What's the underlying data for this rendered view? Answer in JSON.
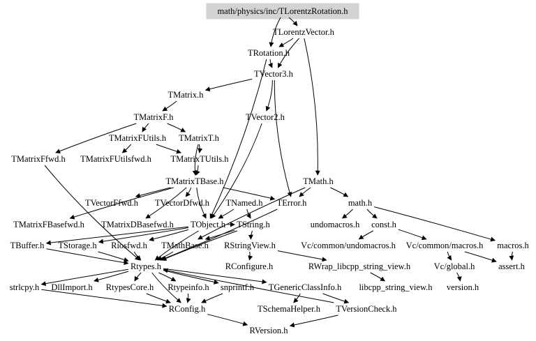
{
  "root": "math/physics/inc/TLorentzRotation.h",
  "nodes": {
    "tlorentzrotation": "math/physics/inc/TLorentzRotation.h",
    "tlorentzvector": "TLorentzVector.h",
    "trotation": "TRotation.h",
    "tvector3": "TVector3.h",
    "tmatrix": "TMatrix.h",
    "tvector2": "TVector2.h",
    "tmatrixf": "TMatrixF.h",
    "tmatrixfutils": "TMatrixFUtils.h",
    "tmatrixt": "TMatrixT.h",
    "tmatrixffwd": "TMatrixFfwd.h",
    "tmatrixfutilsfwd": "TMatrixFUtilsfwd.h",
    "tmatrixtutils": "TMatrixTUtils.h",
    "tmatrixtbase": "TMatrixTBase.h",
    "tmath": "TMath.h",
    "tvectorffwd": "TVectorFfwd.h",
    "tvectordfwd": "TVectorDfwd.h",
    "tnamed": "TNamed.h",
    "terror": "TError.h",
    "mathh": "math.h",
    "tmatrixfbasefwd": "TMatrixFBasefwd.h",
    "tmatrixdbasefwd": "TMatrixDBasefwd.h",
    "tobject": "TObject.h",
    "tstring": "TString.h",
    "undomacros": "undomacros.h",
    "const": "const.h",
    "tbuffer": "TBuffer.h",
    "tstorage": "TStorage.h",
    "riosfwd": "Riosfwd.h",
    "tmathbase": "TMathBase.h",
    "rstringview": "RStringView.h",
    "vcundomacros": "Vc/common/undomacros.h",
    "vcmacros": "Vc/common/macros.h",
    "macros": "macros.h",
    "rtypes": "Rtypes.h",
    "rconfigure": "RConfigure.h",
    "rwrap": "RWrap_libcpp_string_view.h",
    "vcglobal": "Vc/global.h",
    "assert": "assert.h",
    "strlcpy": "strlcpy.h",
    "dllimport": "DllImport.h",
    "rtypescore": "RtypesCore.h",
    "rtypeinfo": "Rtypeinfo.h",
    "snprintf": "snprintf.h",
    "tgenericclassinfo": "TGenericClassInfo.h",
    "libcpp": "libcpp_string_view.h",
    "version": "version.h",
    "rconfig": "RConfig.h",
    "tschemahelper": "TSchemaHelper.h",
    "tversioncheck": "TVersionCheck.h",
    "rversion": "RVersion.h"
  },
  "edges": [
    [
      "tlorentzrotation",
      "tlorentzvector"
    ],
    [
      "tlorentzrotation",
      "trotation"
    ],
    [
      "tlorentzvector",
      "trotation"
    ],
    [
      "tlorentzvector",
      "tvector3"
    ],
    [
      "tlorentzvector",
      "tmath"
    ],
    [
      "trotation",
      "tvector3"
    ],
    [
      "trotation",
      "tobject"
    ],
    [
      "tvector3",
      "tmatrix"
    ],
    [
      "tvector3",
      "tvector2"
    ],
    [
      "tvector3",
      "terror"
    ],
    [
      "tmatrix",
      "tmatrixf"
    ],
    [
      "tmatrixf",
      "tmatrixfutils"
    ],
    [
      "tmatrixf",
      "tmatrixt"
    ],
    [
      "tmatrixf",
      "tmatrixffwd"
    ],
    [
      "tmatrixfutils",
      "tmatrixfutilsfwd"
    ],
    [
      "tmatrixfutils",
      "tmatrixtutils"
    ],
    [
      "tmatrixt",
      "tmatrixtutils"
    ],
    [
      "tmatrixt",
      "tmatrixtbase"
    ],
    [
      "tmatrixtutils",
      "tmatrixtbase"
    ],
    [
      "tmatrixtbase",
      "tvectorffwd"
    ],
    [
      "tmatrixtbase",
      "tvectordfwd"
    ],
    [
      "tmatrixtbase",
      "tmatrixfbasefwd"
    ],
    [
      "tmatrixtbase",
      "tmatrixdbasefwd"
    ],
    [
      "tmatrixtbase",
      "tobject"
    ],
    [
      "tmatrixtbase",
      "terror"
    ],
    [
      "tmatrixffwd",
      "rtypes"
    ],
    [
      "tvector2",
      "tobject"
    ],
    [
      "tobject",
      "rtypes"
    ],
    [
      "tobject",
      "tstorage"
    ],
    [
      "tobject",
      "tbuffer"
    ],
    [
      "tobject",
      "riosfwd"
    ],
    [
      "tobject",
      "tstring"
    ],
    [
      "tnamed",
      "tobject"
    ],
    [
      "tnamed",
      "tstring"
    ],
    [
      "terror",
      "rtypes"
    ],
    [
      "tmath",
      "terror"
    ],
    [
      "tmath",
      "mathh"
    ],
    [
      "tmath",
      "tmathbase"
    ],
    [
      "mathh",
      "undomacros"
    ],
    [
      "mathh",
      "const"
    ],
    [
      "mathh",
      "macros"
    ],
    [
      "const",
      "vcundomacros"
    ],
    [
      "const",
      "vcmacros"
    ],
    [
      "vcmacros",
      "vcglobal"
    ],
    [
      "vcmacros",
      "assert"
    ],
    [
      "macros",
      "assert"
    ],
    [
      "vcglobal",
      "version"
    ],
    [
      "tstring",
      "rstringview"
    ],
    [
      "tstring",
      "tmathbase"
    ],
    [
      "tstring",
      "rtypes"
    ],
    [
      "rstringview",
      "rconfigure"
    ],
    [
      "rstringview",
      "rwrap"
    ],
    [
      "rwrap",
      "libcpp"
    ],
    [
      "tbuffer",
      "rtypes"
    ],
    [
      "tstorage",
      "rtypes"
    ],
    [
      "riosfwd",
      "rtypes"
    ],
    [
      "tmathbase",
      "rtypes"
    ],
    [
      "rtypes",
      "strlcpy"
    ],
    [
      "rtypes",
      "dllimport"
    ],
    [
      "rtypes",
      "rtypescore"
    ],
    [
      "rtypes",
      "rtypeinfo"
    ],
    [
      "rtypes",
      "snprintf"
    ],
    [
      "rtypes",
      "tgenericclassinfo"
    ],
    [
      "rtypes",
      "rconfig"
    ],
    [
      "strlcpy",
      "rconfig"
    ],
    [
      "rtypescore",
      "rconfig"
    ],
    [
      "rtypeinfo",
      "rconfig"
    ],
    [
      "snprintf",
      "rconfig"
    ],
    [
      "tgenericclassinfo",
      "tschemahelper"
    ],
    [
      "tgenericclassinfo",
      "tversioncheck"
    ],
    [
      "tversioncheck",
      "rversion"
    ],
    [
      "tversioncheck",
      "rtypes"
    ],
    [
      "rconfig",
      "rversion"
    ]
  ]
}
